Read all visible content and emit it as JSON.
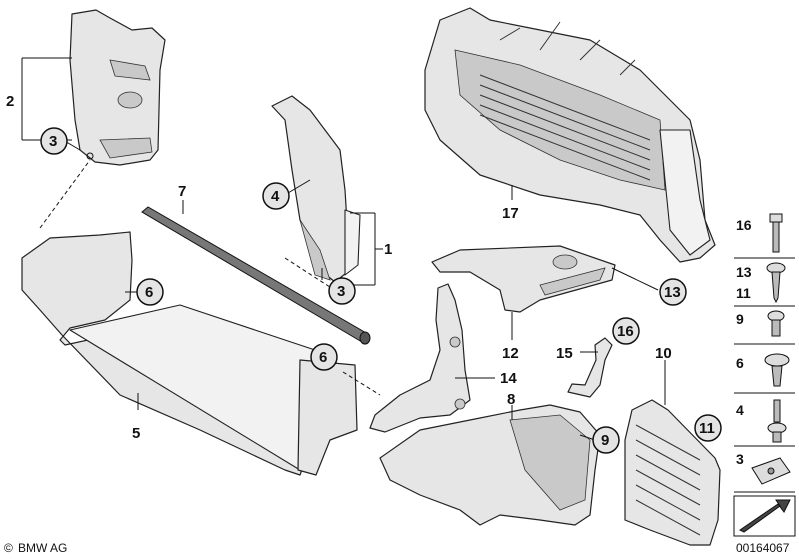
{
  "diagram": {
    "callouts": {
      "c1": "1",
      "c2": "2",
      "c3a": "3",
      "c3b": "3",
      "c4": "4",
      "c5": "5",
      "c6a": "6",
      "c6b": "6",
      "c7": "7",
      "c8": "8",
      "c9": "9",
      "c10": "10",
      "c11": "11",
      "c12": "12",
      "c13": "13",
      "c14": "14",
      "c15": "15",
      "c16": "16",
      "c17": "17"
    },
    "legend": {
      "l16": "16",
      "l13": "13",
      "l11": "11",
      "l9": "9",
      "l6": "6",
      "l4": "4",
      "l3": "3"
    },
    "footer": {
      "brand": "BMW AG",
      "code": "00164067",
      "copyright_symbol": "©"
    }
  }
}
